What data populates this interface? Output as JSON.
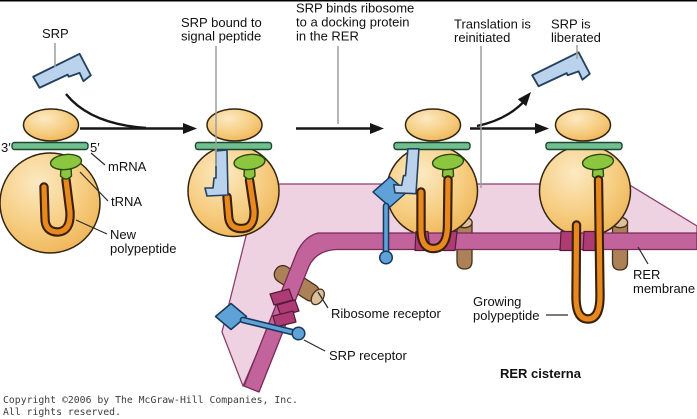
{
  "figure": {
    "steps": {
      "step1_label": "SRP",
      "step2": [
        "SRP bound to",
        "signal peptide"
      ],
      "step3": [
        "SRP binds ribosome",
        "to a docking protein",
        "in the RER"
      ],
      "step4": [
        "Translation is",
        "reinitiated"
      ],
      "step5": [
        "SRP is",
        "liberated"
      ]
    },
    "labels": {
      "three_prime": "3′",
      "five_prime": "5′",
      "mrna": "mRNA",
      "trna": "tRNA",
      "new_polypeptide": [
        "New",
        "polypeptide"
      ],
      "ribosome_receptor": "Ribosome receptor",
      "srp_receptor": "SRP receptor",
      "growing_polypeptide": [
        "Growing",
        "polypeptide"
      ],
      "rer_membrane": [
        "RER",
        "membrane"
      ],
      "rer_cisterna": "RER cisterna"
    },
    "footer": [
      "Copyright ©2006 by The McGraw-Hill Companies, Inc.",
      "All rights reserved."
    ]
  },
  "colors": {
    "bg": "#ffffff",
    "rib-hi": "#FCE9C2",
    "rib-mid": "#F6CC7F",
    "rib-dark": "#ECAD4B",
    "rib-line": "#33250F",
    "mrna": "#6FBF8F",
    "mrna-line": "#1E4631",
    "trna": "#8CC63F",
    "trna-line": "#2A4A10",
    "poly": "#E8891F",
    "poly-line": "#3A2008",
    "srp": "#BBD2EC",
    "srp-line": "#24425F",
    "rec-blue": "#5FA2D8",
    "rec-line": "#17395C",
    "mem-light": "#EFD2E2",
    "mem-line": "#8B3E6B",
    "mem-edge": "#C2639C",
    "mem-edge-line": "#772B57",
    "channel": "#AD3C74",
    "channel-line": "#571A38",
    "brown": "#AC8157",
    "brown-cap": "#DCC09B",
    "brown-line": "#46301A",
    "arrow": "#161616",
    "pointer": "#2B2B2B",
    "caption-line": "#9E9E9E",
    "text": "#111111",
    "copyright": "#3D3D3D"
  }
}
